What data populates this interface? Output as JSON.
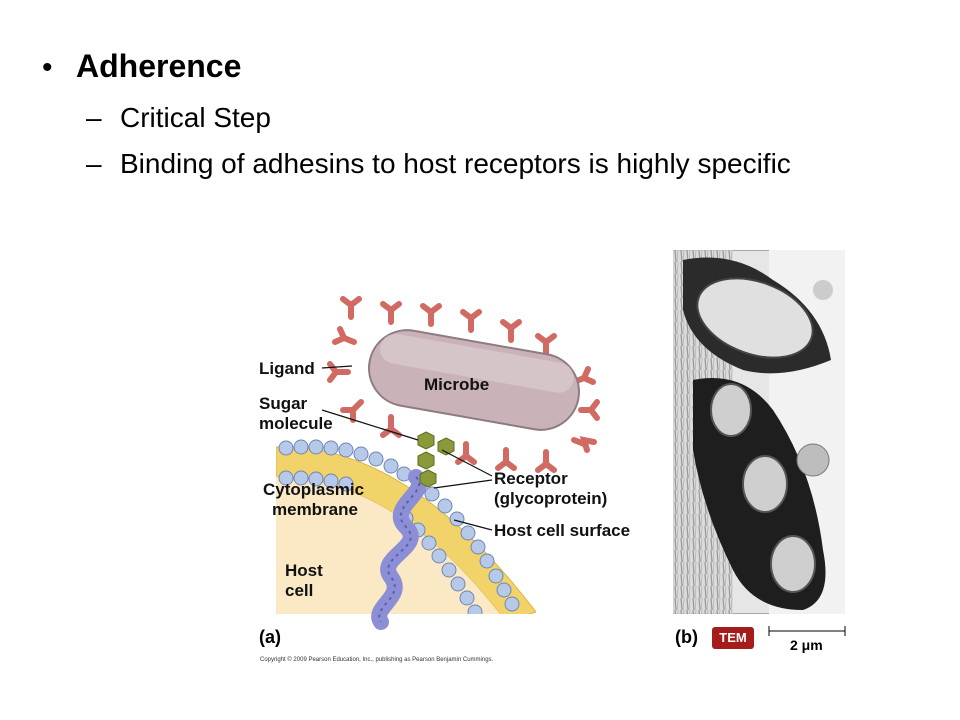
{
  "slide": {
    "bullet": "•",
    "heading": "Adherence",
    "dash": "–",
    "sub_items": [
      "Critical Step",
      "Binding of adhesins to host receptors is highly specific"
    ]
  },
  "figure_a": {
    "labels": {
      "ligand": "Ligand",
      "microbe": "Microbe",
      "sugar_line1": "Sugar",
      "sugar_line2": "molecule",
      "cyto_line1": "Cytoplasmic",
      "cyto_line2": "membrane",
      "receptor_line1": "Receptor",
      "receptor_line2": "(glycoprotein)",
      "host_surface": "Host cell surface",
      "host_line1": "Host",
      "host_line2": "cell"
    },
    "panel": "(a)",
    "copyright": "Copyright © 2009 Pearson Education, Inc., publishing as Pearson Benjamin Cummings.",
    "colors": {
      "microbe": "#c9b3b8",
      "ligand": "#d06a63",
      "sugar": "#8a9a3a",
      "membrane": "#f2d36a",
      "bead": "#b7c9e8",
      "receptor": "#8d8fd6"
    }
  },
  "figure_b": {
    "panel": "(b)",
    "badge": "TEM",
    "scale": "2 μm"
  }
}
